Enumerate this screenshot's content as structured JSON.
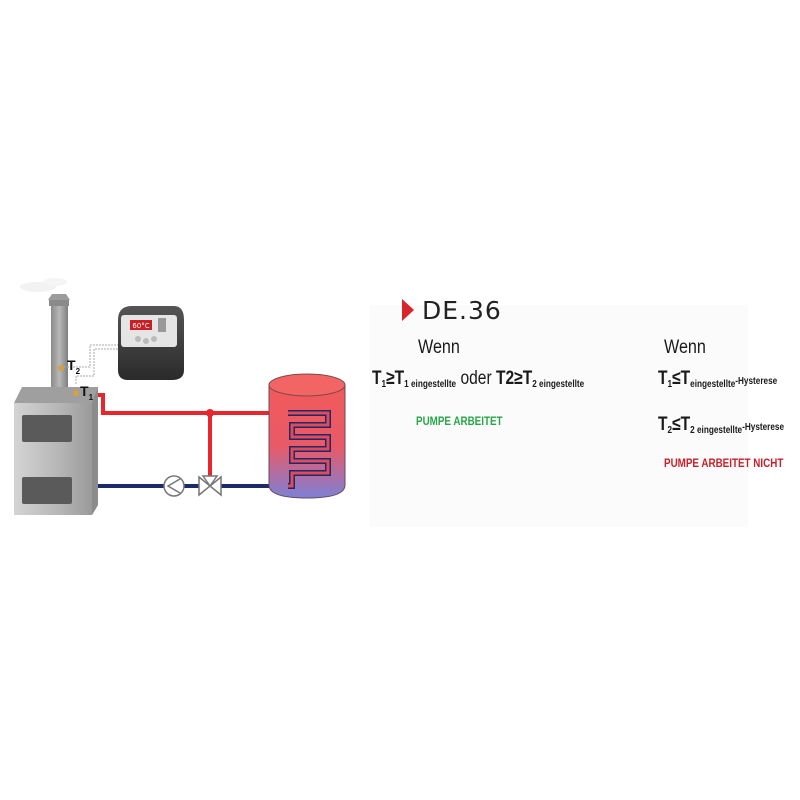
{
  "diagram": {
    "labels": {
      "t2": "T",
      "t2_sub": "2",
      "t1": "T",
      "t1_sub": "1",
      "controller_display": "60°C"
    },
    "colors": {
      "hot_pipe": "#e8262c",
      "cold_pipe": "#1b2a6b",
      "boiler": "#a9a9a9",
      "tank_top": "#f25a5a",
      "tank_bottom": "#7d80d6",
      "accent": "#d9242b",
      "status_on": "#27a548",
      "status_off": "#c8202b"
    }
  },
  "title": "DE.36",
  "left_condition": {
    "wenn": "Wenn",
    "formula": {
      "a": "T",
      "a_sub": "1",
      "op1": "≥T",
      "op1_sub": "1 eingestellte",
      "oder": "oder",
      "b": "T2≥T",
      "b_sub": "2 eingestellte"
    },
    "status": "PUMPE ARBEITET"
  },
  "right_condition": {
    "wenn": "Wenn",
    "formula1": {
      "a": "T",
      "a_sub": "1",
      "op": "≤T",
      "op_sub": "eingestellte",
      "suffix": "-Hysterese"
    },
    "formula2": {
      "a": "T",
      "a_sub": "2",
      "op": "≤T",
      "op_sub": "2 eingestellte",
      "suffix": "-Hysterese"
    },
    "status": "PUMPE ARBEITET NICHT"
  }
}
